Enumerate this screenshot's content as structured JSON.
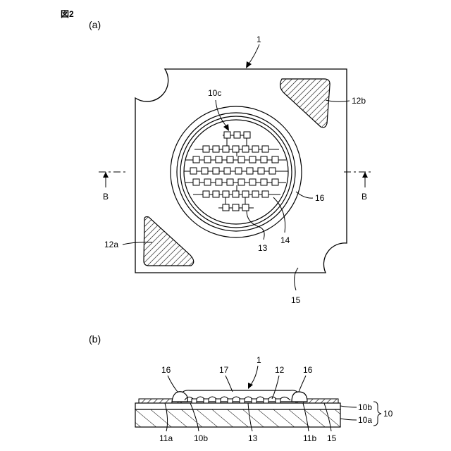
{
  "figure_title": "図2",
  "part_a": {
    "panel_label": "(a)",
    "labels": {
      "device": "1",
      "chip_area": "10c",
      "pad_left": "12a",
      "pad_right": "12b",
      "chip": "13",
      "wire": "14",
      "substrate": "15",
      "dam": "16",
      "section_left": "B",
      "section_right": "B"
    }
  },
  "part_b": {
    "panel_label": "(b)",
    "labels": {
      "device": "1",
      "dam_left": "16",
      "dam_right": "16",
      "encapsulant": "17",
      "pad": "12",
      "layer_top": "10b",
      "layer_bottom": "10a",
      "board": "10",
      "wiring_left": "11a",
      "insulator": "10b",
      "chip": "13",
      "wiring_right": "11b",
      "substrate": "15"
    }
  }
}
